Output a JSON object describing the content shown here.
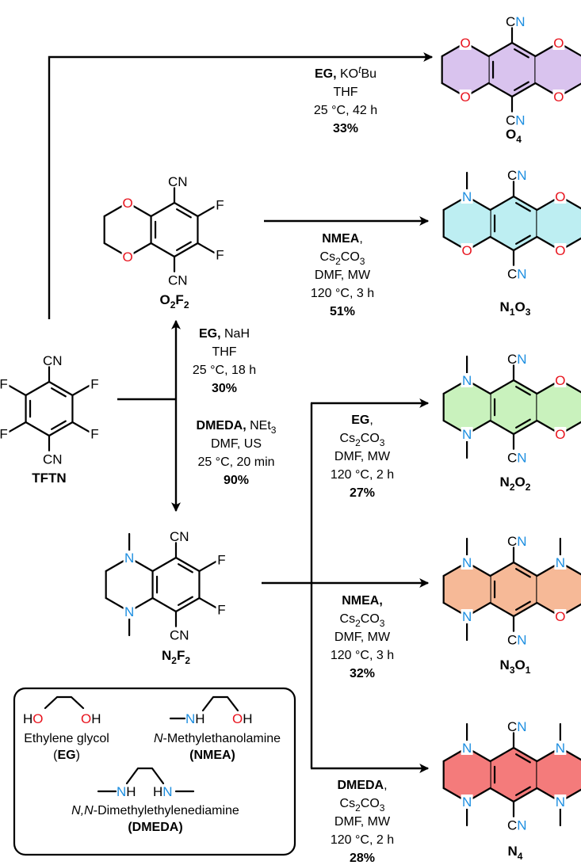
{
  "colors": {
    "oxygen": "#e8141e",
    "nitrogen": "#1c8ee0",
    "fill_O4": "#d9c3ee",
    "fill_N1O3": "#bdeef2",
    "fill_N2O2": "#c9f2bd",
    "fill_N3O1": "#f6b997",
    "fill_N4": "#f47b7b",
    "fill_O2F2": "#ffffff",
    "fill_N2F2": "#ffffff"
  },
  "atoms": {
    "CN": "CN",
    "C": "C",
    "N": "N",
    "O": "O",
    "F": "F",
    "H": "H",
    "HO": "HO"
  },
  "compounds": {
    "TFTN": "TFTN",
    "O4": {
      "main": "O",
      "sub": "4"
    },
    "O2F2": {
      "a": "O",
      "a_sub": "2",
      "b": "F",
      "b_sub": "2"
    },
    "N1O3": {
      "a": "N",
      "a_sub": "1",
      "b": "O",
      "b_sub": "3"
    },
    "N2O2": {
      "a": "N",
      "a_sub": "2",
      "b": "O",
      "b_sub": "2"
    },
    "N2F2": {
      "a": "N",
      "a_sub": "2",
      "b": "F",
      "b_sub": "2"
    },
    "N3O1": {
      "a": "N",
      "a_sub": "3",
      "b": "O",
      "b_sub": "1"
    },
    "N4": {
      "main": "N",
      "sub": "4"
    }
  },
  "conditions": {
    "to_O4": {
      "reagent": "EG,",
      "base_a": "KO",
      "base_sup": "t",
      "base_b": "Bu",
      "solvent": "THF",
      "temp_time": "25 °C, 42 h",
      "yield": "33%"
    },
    "to_O2F2": {
      "reagent": "EG,",
      "base": "NaH",
      "solvent": "THF",
      "temp_time": "25 °C, 18 h",
      "yield": "30%"
    },
    "to_N2F2": {
      "reagent": "DMEDA,",
      "base_a": "NEt",
      "base_sub": "3",
      "solvent": "DMF, US",
      "temp_time": "25 °C, 20 min",
      "yield": "90%"
    },
    "to_N1O3": {
      "reagent": "NMEA",
      "reagent_suffix": ",",
      "base_a": "Cs",
      "base_sub1": "2",
      "base_b": "CO",
      "base_sub2": "3",
      "solvent": "DMF,  MW",
      "temp_time": "120 °C, 3 h",
      "yield": "51%"
    },
    "to_N2O2": {
      "reagent": "EG",
      "reagent_suffix": ",",
      "base_a": "Cs",
      "base_sub1": "2",
      "base_b": "CO",
      "base_sub2": "3",
      "solvent": "DMF, MW",
      "temp_time": "120 °C, 2 h",
      "yield": "27%"
    },
    "to_N3O1": {
      "reagent": "NMEA,",
      "base_a": "Cs",
      "base_sub1": "2",
      "base_b": "CO",
      "base_sub2": "3",
      "solvent": "DMF, MW",
      "temp_time": "120 °C, 3 h",
      "yield": "32%"
    },
    "to_N4": {
      "reagent": "DMEDA",
      "reagent_suffix": ",",
      "base_a": "Cs",
      "base_sub1": "2",
      "base_b": "CO",
      "base_sub2": "3",
      "solvent": "DMF, MW",
      "temp_time": "120 °C, 2 h",
      "yield": "28%"
    }
  },
  "legend": {
    "eg_name": "Ethylene glycol",
    "eg_abbr_open": "(",
    "eg_abbr": "EG",
    "eg_abbr_close": ")",
    "nmea_name_italic": "N",
    "nmea_name_rest": "-Methylethanolamine",
    "nmea_abbr": "(NMEA)",
    "dmeda_name_italic": "N,N",
    "dmeda_name_rest": "-Dimethylethylenediamine",
    "dmeda_abbr": "(DMEDA)"
  }
}
